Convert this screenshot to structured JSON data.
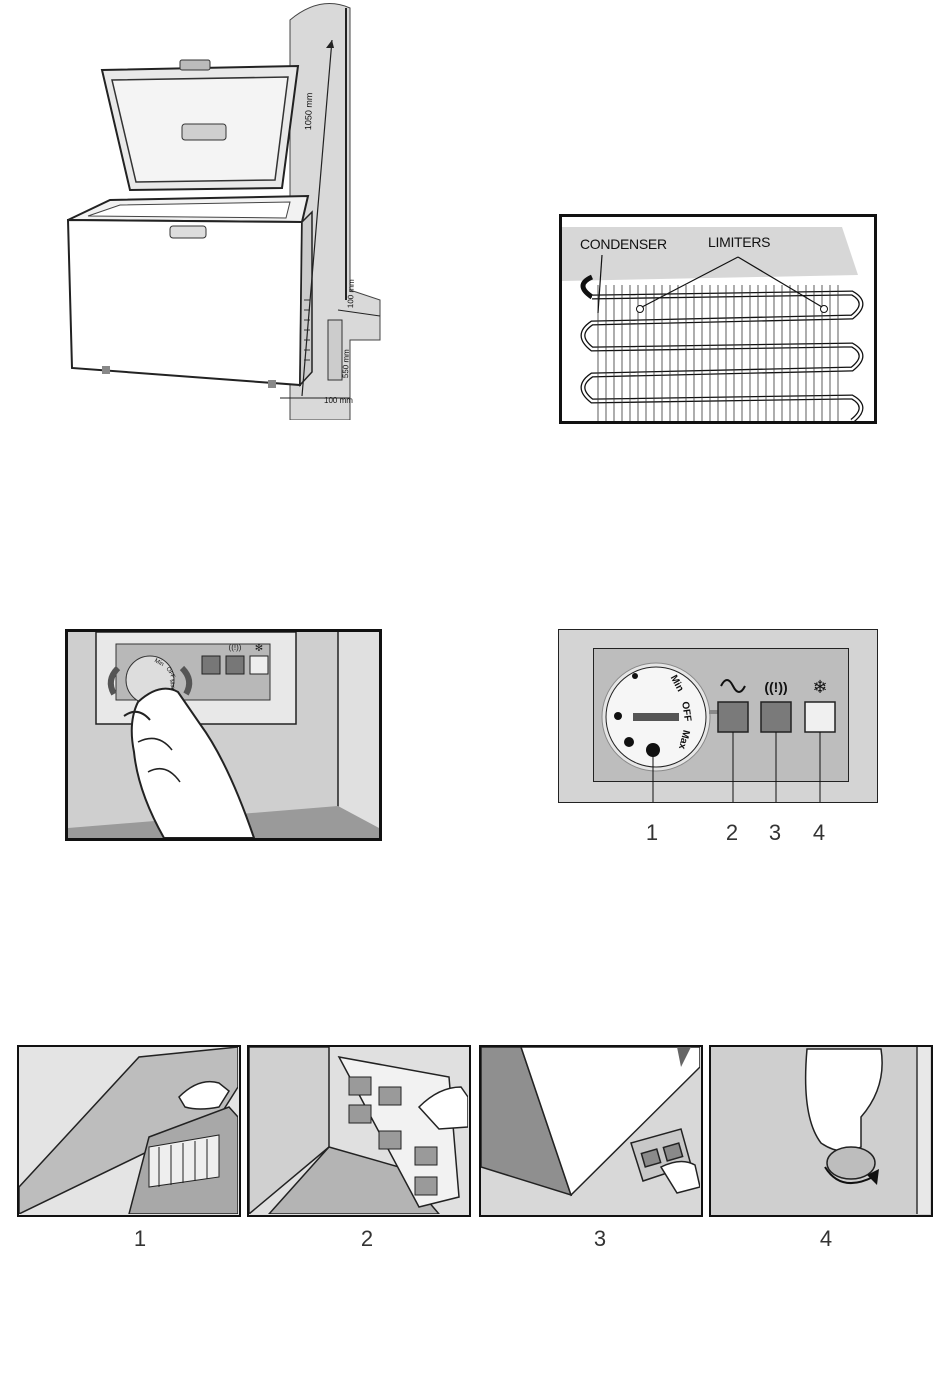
{
  "freezer_figure": {
    "dims": {
      "height": "1050 mm",
      "top_clearance": "100 mm",
      "side_height": "550 mm",
      "bottom_gap": "100 mm"
    }
  },
  "condenser_figure": {
    "condenser_label": "CONDENSER",
    "limiters_label": "LIMITERS"
  },
  "control_panel_figure": {
    "knob_labels": {
      "min": "Min",
      "off": "OFF",
      "max": "Max"
    },
    "callouts": [
      "1",
      "2",
      "3",
      "4"
    ]
  },
  "hand_figure": {
    "knob_labels": {
      "min": "Min",
      "off": "OFF",
      "max": "Max"
    }
  },
  "steps": {
    "captions": [
      "1",
      "2",
      "3",
      "4"
    ]
  }
}
